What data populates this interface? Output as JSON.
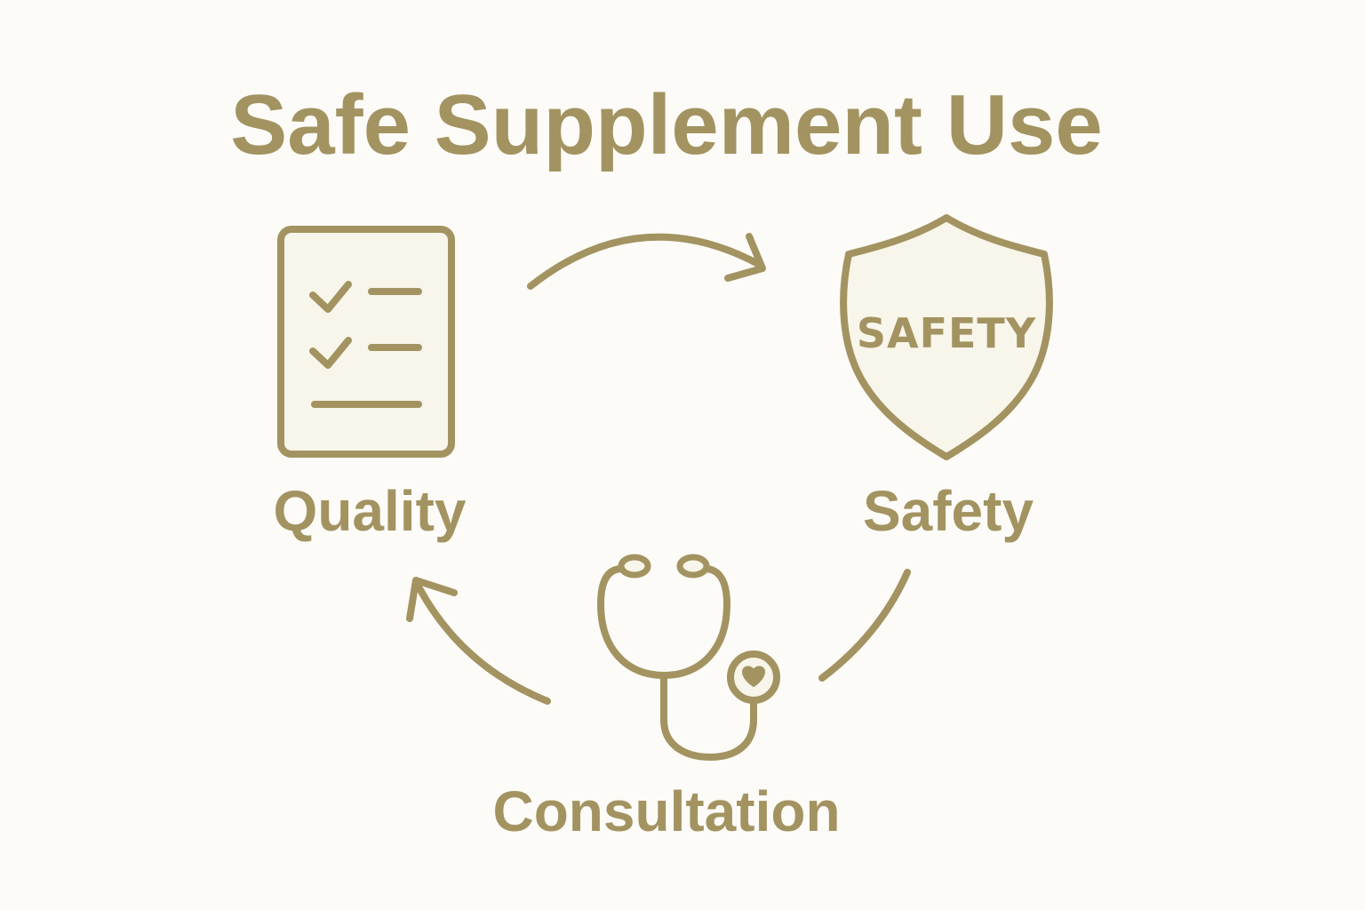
{
  "title": "Safe Supplement Use",
  "colors": {
    "background": "#fcfbf7",
    "accent": "#a39361",
    "icon_fill": "#f8f5ea"
  },
  "nodes": {
    "quality": {
      "label": "Quality",
      "icon": "checklist-icon"
    },
    "safety": {
      "label": "Safety",
      "icon": "shield-icon",
      "badge_text": "SAFETY"
    },
    "consultation": {
      "label": "Consultation",
      "icon": "stethoscope-icon"
    }
  },
  "cycle": [
    {
      "from": "Quality",
      "to": "Safety"
    },
    {
      "from": "Safety",
      "to": "Consultation"
    },
    {
      "from": "Consultation",
      "to": "Quality"
    }
  ]
}
